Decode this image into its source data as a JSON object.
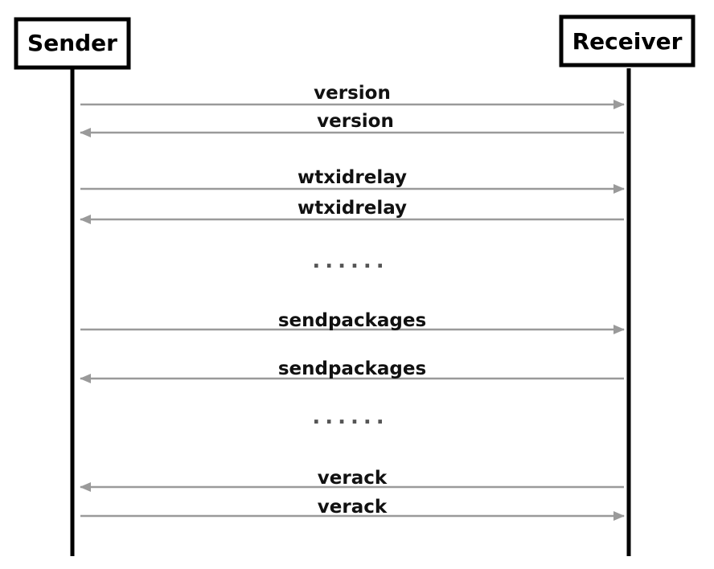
{
  "participants": {
    "sender": "Sender",
    "receiver": "Receiver"
  },
  "messages": [
    {
      "label": "version",
      "direction": "sender-to-receiver"
    },
    {
      "label": "version",
      "direction": "receiver-to-sender"
    },
    {
      "label": "wtxidrelay",
      "direction": "sender-to-receiver"
    },
    {
      "label": "wtxidrelay",
      "direction": "receiver-to-sender"
    },
    {
      "label": "sendpackages",
      "direction": "sender-to-receiver"
    },
    {
      "label": "sendpackages",
      "direction": "receiver-to-sender"
    },
    {
      "label": "verack",
      "direction": "receiver-to-sender"
    },
    {
      "label": "verack",
      "direction": "sender-to-receiver"
    }
  ],
  "ellipses": [
    "......",
    "......"
  ],
  "colors": {
    "arrow": "#9a9a9a",
    "lifeline": "#000000",
    "text": "#111111"
  }
}
